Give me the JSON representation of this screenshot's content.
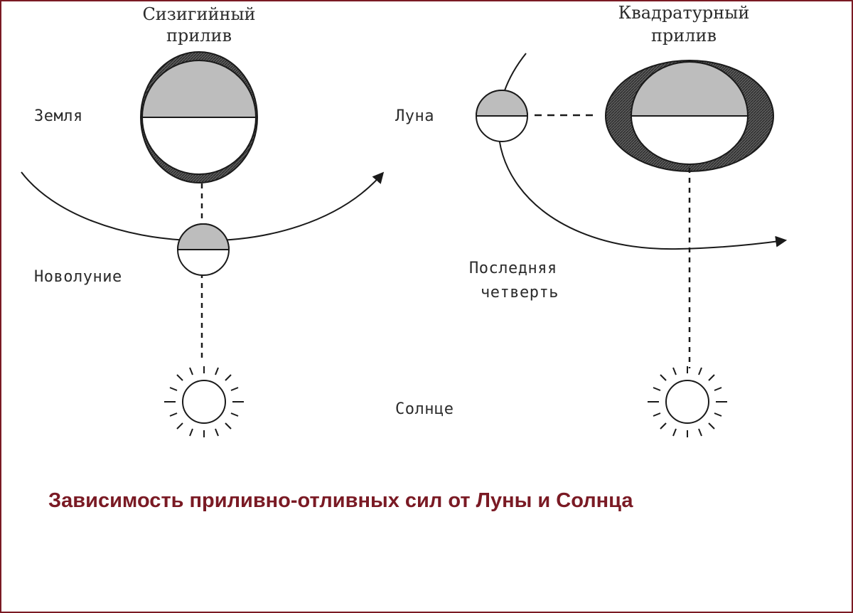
{
  "left_panel": {
    "title_line1": "Сизигийный",
    "title_line2": "прилив",
    "earth_label": "Земля",
    "moon_label": "Новолуние"
  },
  "right_panel": {
    "title_line1": "Квадратурный",
    "title_line2": "прилив",
    "moon_label": "Луна",
    "phase_line1": "Последняя",
    "phase_line2": "четверть"
  },
  "sun_label": "Солнце",
  "caption": "Зависимость приливно-отливных сил от Луны и Солнца",
  "colors": {
    "frame": "#7a1a24",
    "caption": "#7a1a24",
    "shade_gray": "#bdbdbd",
    "tide_bulge": "#3a3a3a"
  }
}
